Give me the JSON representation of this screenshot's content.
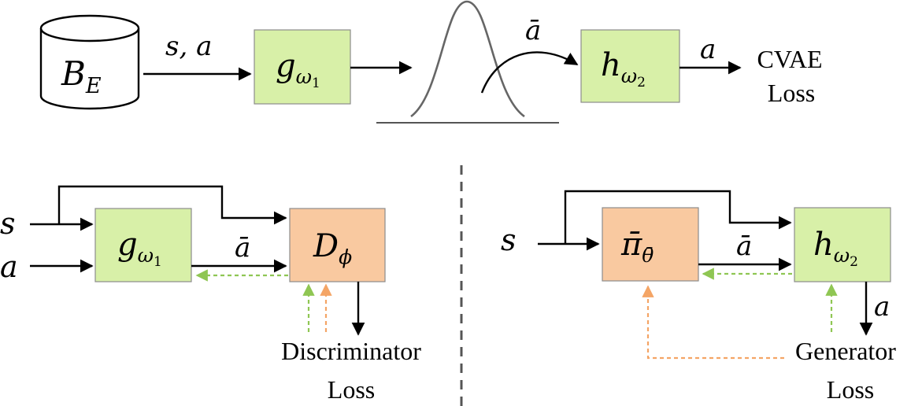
{
  "top": {
    "buffer_base": "B",
    "buffer_sub": "E",
    "input_label": "s, a",
    "encoder_base": "g",
    "encoder_sub": "ω",
    "encoder_subsub": "1",
    "latent_label": "ā",
    "decoder_base": "h",
    "decoder_sub": "ω",
    "decoder_subsub": "2",
    "output_label": "a",
    "loss_line1": "CVAE",
    "loss_line2": "Loss"
  },
  "left": {
    "state_label": "s",
    "action_label": "a",
    "encoder_base": "g",
    "encoder_sub": "ω",
    "encoder_subsub": "1",
    "latent_label": "ā",
    "disc_base": "D",
    "disc_sub": "ϕ",
    "loss_line1": "Discriminator",
    "loss_line2": "Loss"
  },
  "right": {
    "state_label": "s",
    "policy_base": "π̄",
    "policy_sub": "θ̄",
    "latent_label": "ā",
    "decoder_base": "h",
    "decoder_sub": "ω",
    "decoder_subsub": "2",
    "output_label": "a",
    "loss_line1": "Generator",
    "loss_line2": "Loss"
  },
  "colors": {
    "green_box": "#d8f0a8",
    "orange_box": "#f9c9a0",
    "green_dashed": "#8fc653",
    "orange_dashed": "#f4a566",
    "divider": "#555555"
  }
}
